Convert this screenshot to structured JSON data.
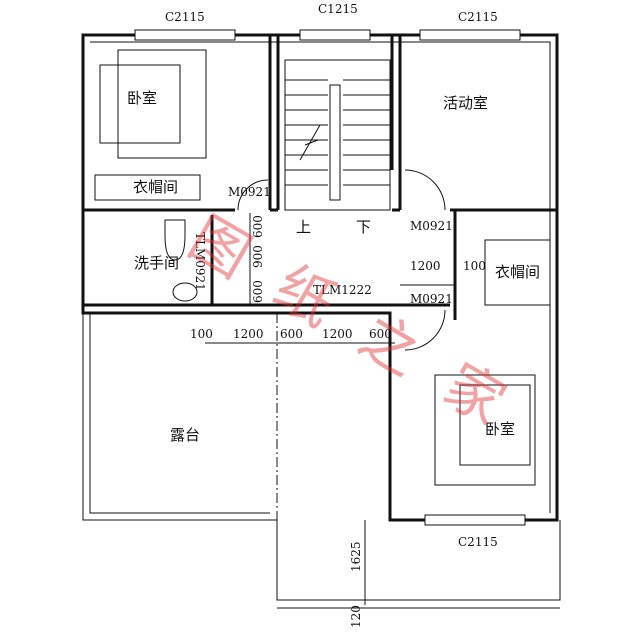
{
  "windows": {
    "top_left": "C2115",
    "top_mid": "C1215",
    "top_right": "C2115",
    "bottom_right": "C2115"
  },
  "rooms": {
    "bedroom_nw": "卧室",
    "closet_w": "衣帽间",
    "activity_room": "活动室",
    "washroom": "洗手间",
    "closet_e": "衣帽间",
    "terrace": "露台",
    "bedroom_se": "卧室"
  },
  "stairs": {
    "up": "上",
    "down": "下"
  },
  "doors": {
    "d1": "M0921",
    "d2": "M0921",
    "d3": "M0921",
    "sliding_wc": "TLM0921",
    "sliding_main": "TLM1222"
  },
  "dimensions": {
    "v1": "600",
    "v2": "900",
    "v3": "600",
    "h_right1": "1200",
    "h_right2": "100",
    "b1": "100",
    "b2": "1200",
    "b3": "600",
    "b4": "1200",
    "b5": "600",
    "terrace_depth": "1625",
    "parapet": "120"
  },
  "watermark": "图纸之家",
  "colors": {
    "lines": "#111111",
    "watermark": "#e03030"
  }
}
